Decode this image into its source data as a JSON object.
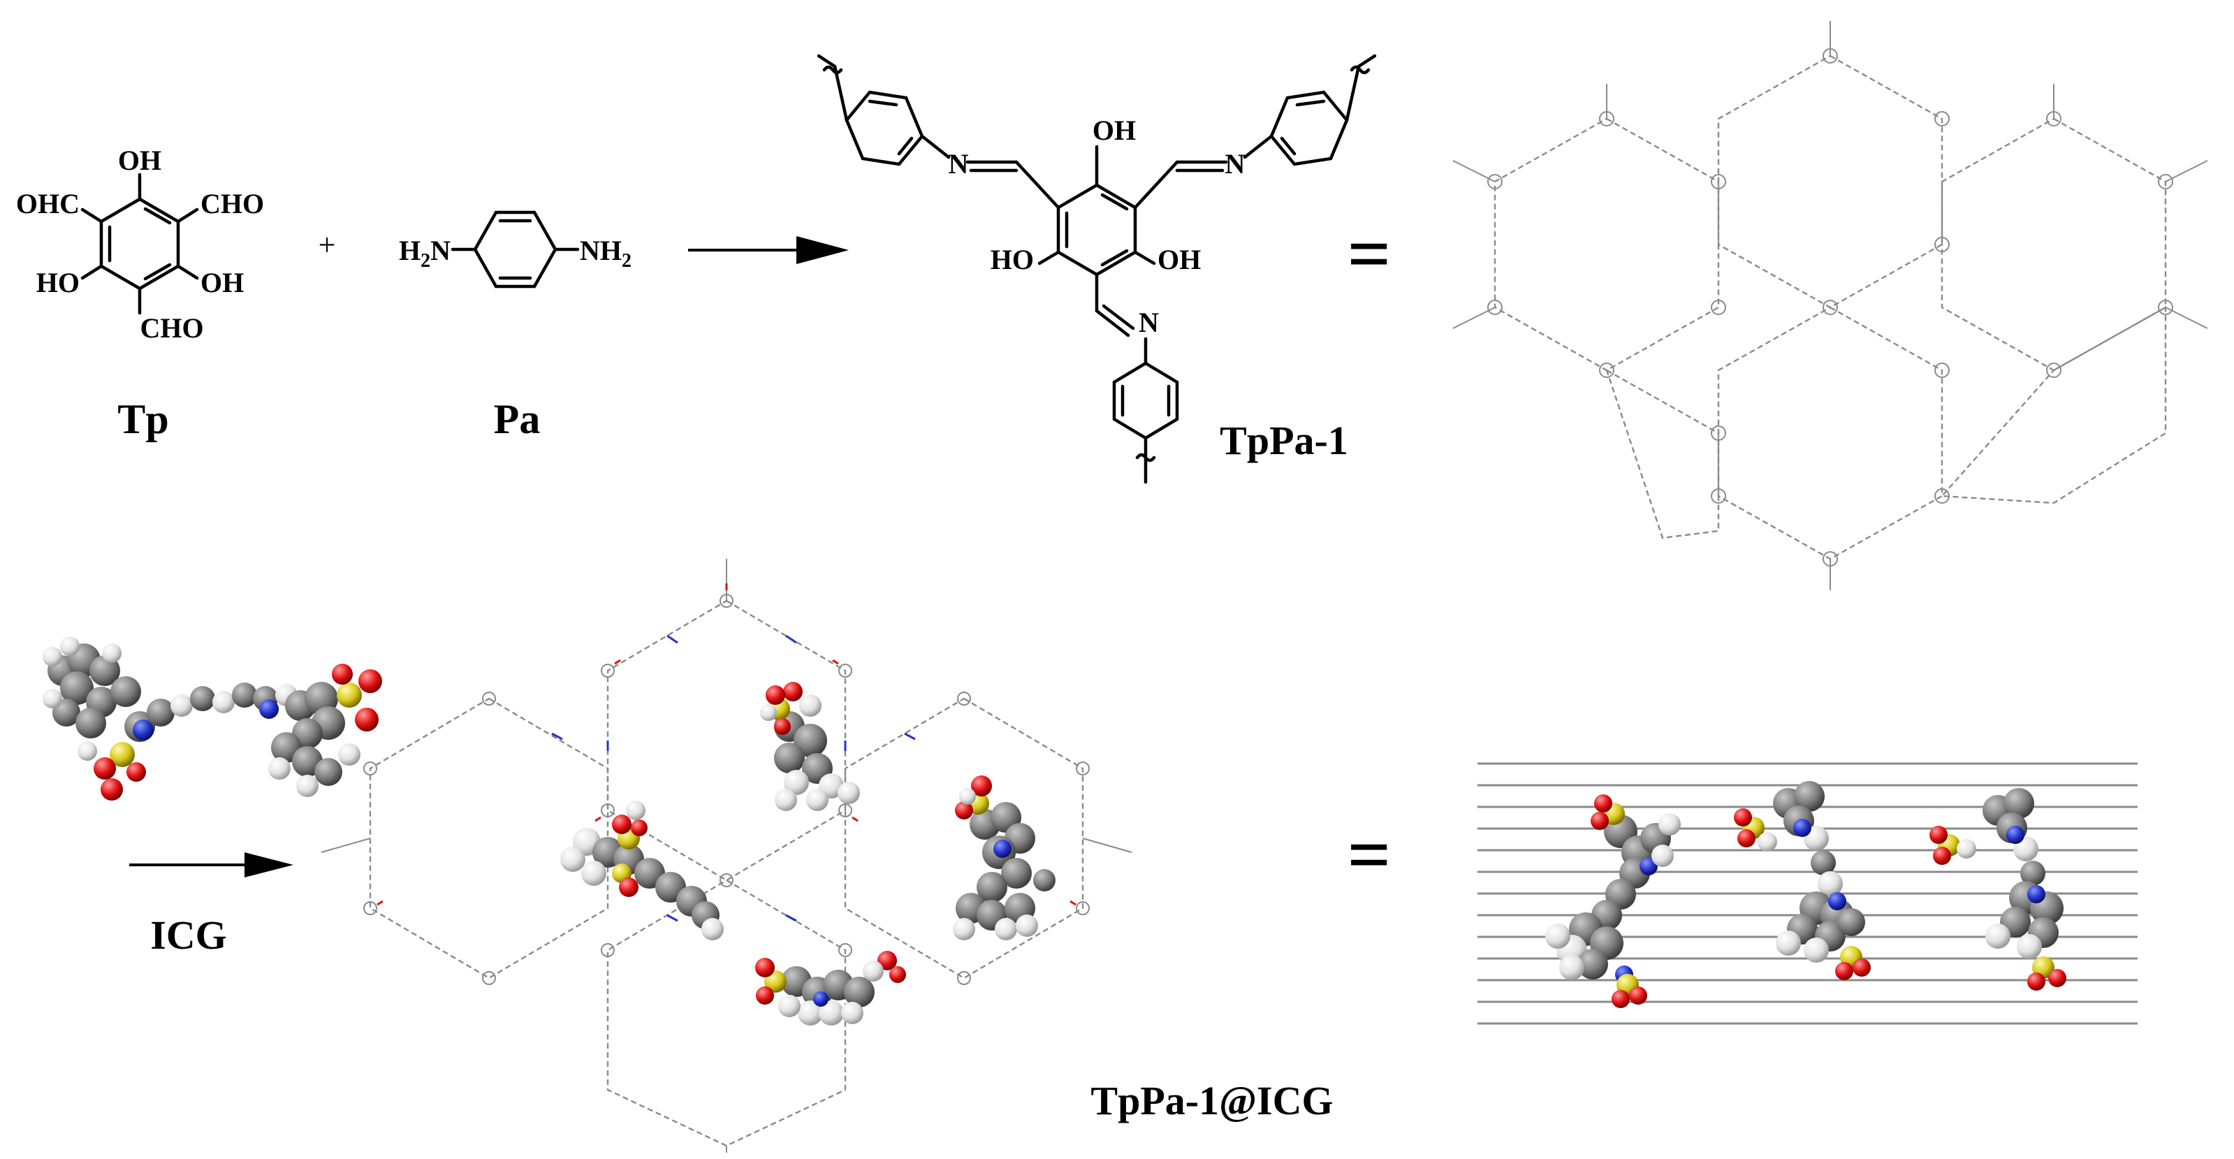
{
  "reaction": {
    "tp_label": "Tp",
    "pa_label": "Pa",
    "plus": "+",
    "product_label": "TpPa-1",
    "equals": "=",
    "tp_groups": {
      "top": "OH",
      "upper_left": "OHC",
      "upper_right": "CHO",
      "lower_left": "HO",
      "lower_right": "OH",
      "bottom": "CHO"
    },
    "pa_groups": {
      "left": "H",
      "left_sub": "2",
      "left_n": "N",
      "right": "NH",
      "right_sub": "2"
    },
    "tppa_groups": {
      "oh_top": "OH",
      "ho_left": "HO",
      "oh_right": "OH",
      "n": "N"
    }
  },
  "loading": {
    "guest_label": "ICG",
    "composite_label": "TpPa-1@ICG",
    "equals": "="
  },
  "atom_colors": {
    "carbon": "#7d7d7d",
    "hydrogen": "#e6e6e6",
    "nitrogen": "#2233cc",
    "oxygen": "#e01010",
    "sulfur": "#d8c818",
    "framework_bond": "#8a8a8a"
  }
}
